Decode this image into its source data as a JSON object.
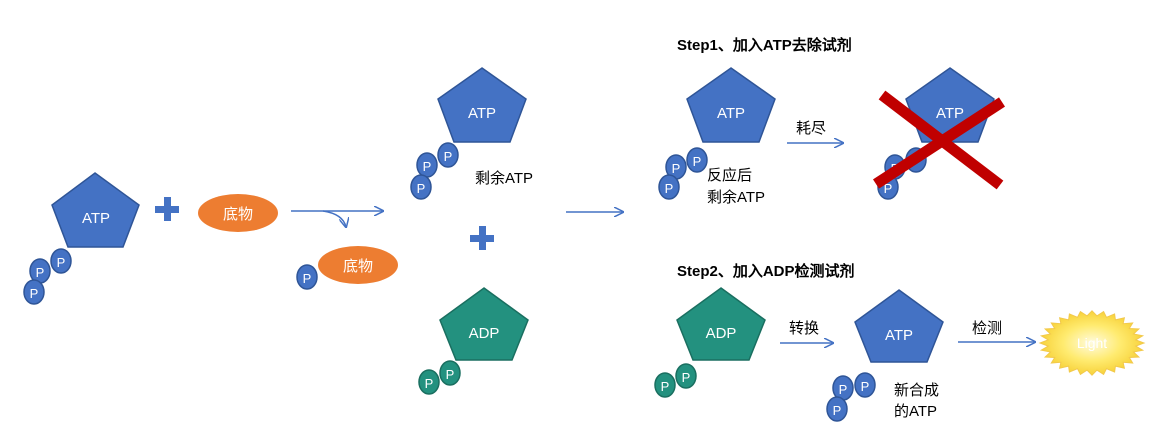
{
  "colors": {
    "atp_fill": "#4472C4",
    "atp_stroke": "#2F5597",
    "adp_fill": "#23917F",
    "adp_stroke": "#1A6F60",
    "substrate_fill": "#ED7D31",
    "phosphate_blue": "#4472C4",
    "phosphate_teal": "#23917F",
    "arrow": "#4472C4",
    "cross": "#C00000",
    "light_fill": "#FFE34D",
    "text": "#000000"
  },
  "molecules": {
    "atp": "ATP",
    "adp": "ADP",
    "phosphate": "P",
    "substrate": "底物"
  },
  "labels": {
    "remaining_atp": "剩余ATP",
    "after_reaction_line1": "反应后",
    "after_reaction_line2": "剩余ATP",
    "consumed": "耗尽",
    "convert": "转换",
    "detect": "检测",
    "new_atp_line1": "新合成",
    "new_atp_line2": "的ATP",
    "light": "Light"
  },
  "steps": {
    "step1_title": "Step1、加入ATP去除试剂",
    "step2_title": "Step2、加入ADP检测试剂"
  },
  "icons": {
    "plus": "plus-icon",
    "arrow": "arrow-right-icon",
    "cross": "cross-icon",
    "burst": "light-burst-icon"
  }
}
